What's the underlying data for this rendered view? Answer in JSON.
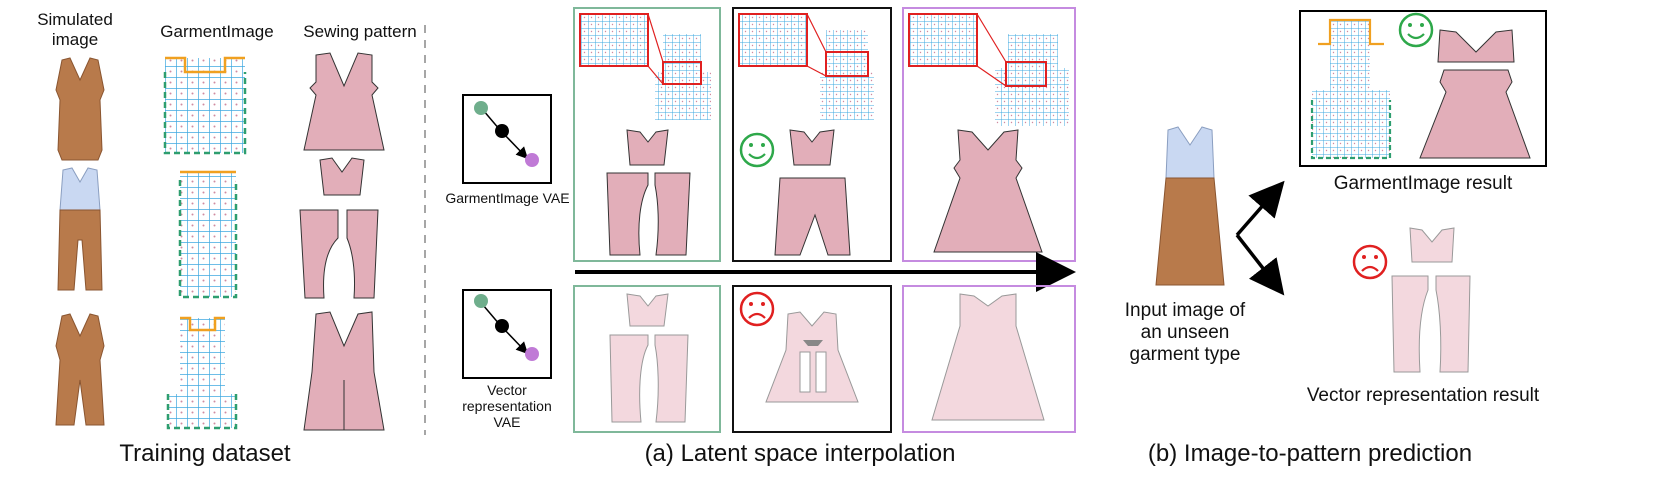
{
  "training": {
    "col_simulated": "Simulated image",
    "col_garmentimage": "GarmentImage",
    "col_sewing": "Sewing pattern",
    "caption": "Training dataset"
  },
  "interpolation": {
    "vae_top_label": "GarmentImage VAE",
    "vae_bottom_label": "Vector representation VAE",
    "caption": "(a) Latent space interpolation"
  },
  "prediction": {
    "input_label": "Input image of an unseen garment type",
    "garmentimage_result": "GarmentImage result",
    "vector_result": "Vector representation result",
    "caption": "(b) Image-to-pattern prediction"
  },
  "colors": {
    "fabric": "#b87a4b",
    "fabric_shirt": "#c9d8f2",
    "pattern_pink": "#e2aeb9",
    "pattern_light_pink": "#f3d8de",
    "grid_blue": "#3fa9e0",
    "seam_green": "#2e9e6f",
    "seam_orange": "#f0a020",
    "frame_green": "#7fb89a",
    "frame_purple": "#c58be0",
    "frame_black": "#111111",
    "happy_green": "#2ea84a",
    "sad_red": "#e02020",
    "latent_green": "#6fae8c",
    "latent_purple": "#c07ad6"
  }
}
